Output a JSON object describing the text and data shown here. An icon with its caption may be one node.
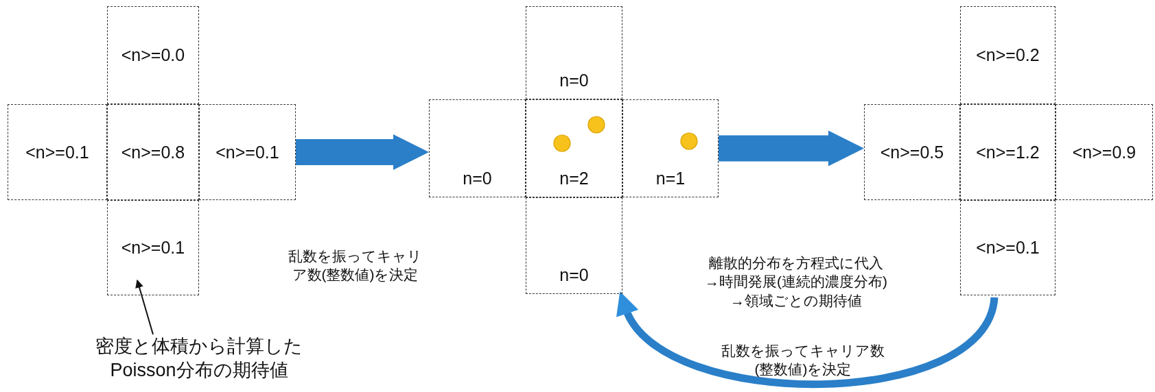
{
  "diagram": {
    "nodes": [
      {
        "text": [
          "<n>=0.0"
        ]
      },
      {
        "text": [
          "<n>=0.1"
        ]
      },
      {
        "text": [
          "<n>=0.8"
        ]
      },
      {
        "text": [
          "<n>=0.1"
        ]
      },
      {
        "text": [
          "<n>=0.1"
        ]
      },
      {
        "text": [
          "n=0"
        ]
      },
      {
        "text": [
          "n=0"
        ]
      },
      {
        "text": [
          "n=2"
        ]
      },
      {
        "text": [
          "n=1"
        ]
      },
      {
        "text": [
          "n=0"
        ]
      },
      {
        "text": [
          "<n>=0.2"
        ]
      },
      {
        "text": [
          "<n>=0.5"
        ]
      },
      {
        "text": [
          "<n>=1.2"
        ]
      },
      {
        "text": [
          "<n>=0.9"
        ]
      },
      {
        "text": [
          "<n>=0.1"
        ]
      },
      {
        "text": [
          "密度と体積から計算したPoisson分布の期待値"
        ]
      }
    ],
    "edges": [
      {
        "from": 3,
        "to": 6,
        "arrow": "to",
        "style": "thick"
      },
      {
        "from": 8,
        "to": 11,
        "arrow": "to",
        "style": "thick"
      },
      {
        "from": 14,
        "to": 9,
        "arrow": "to",
        "label": "乱数を振ってキャリア数(整数値)を決定"
      },
      {
        "from": 15,
        "to": 4,
        "arrow": "to",
        "color": "#111111"
      }
    ],
    "labels": [
      "乱数を振ってキャリア数(整数値)を決定",
      "離散的分布を方程式に代入→時間発展(連続的濃度分布)→領域ごとの期待値"
    ]
  }
}
